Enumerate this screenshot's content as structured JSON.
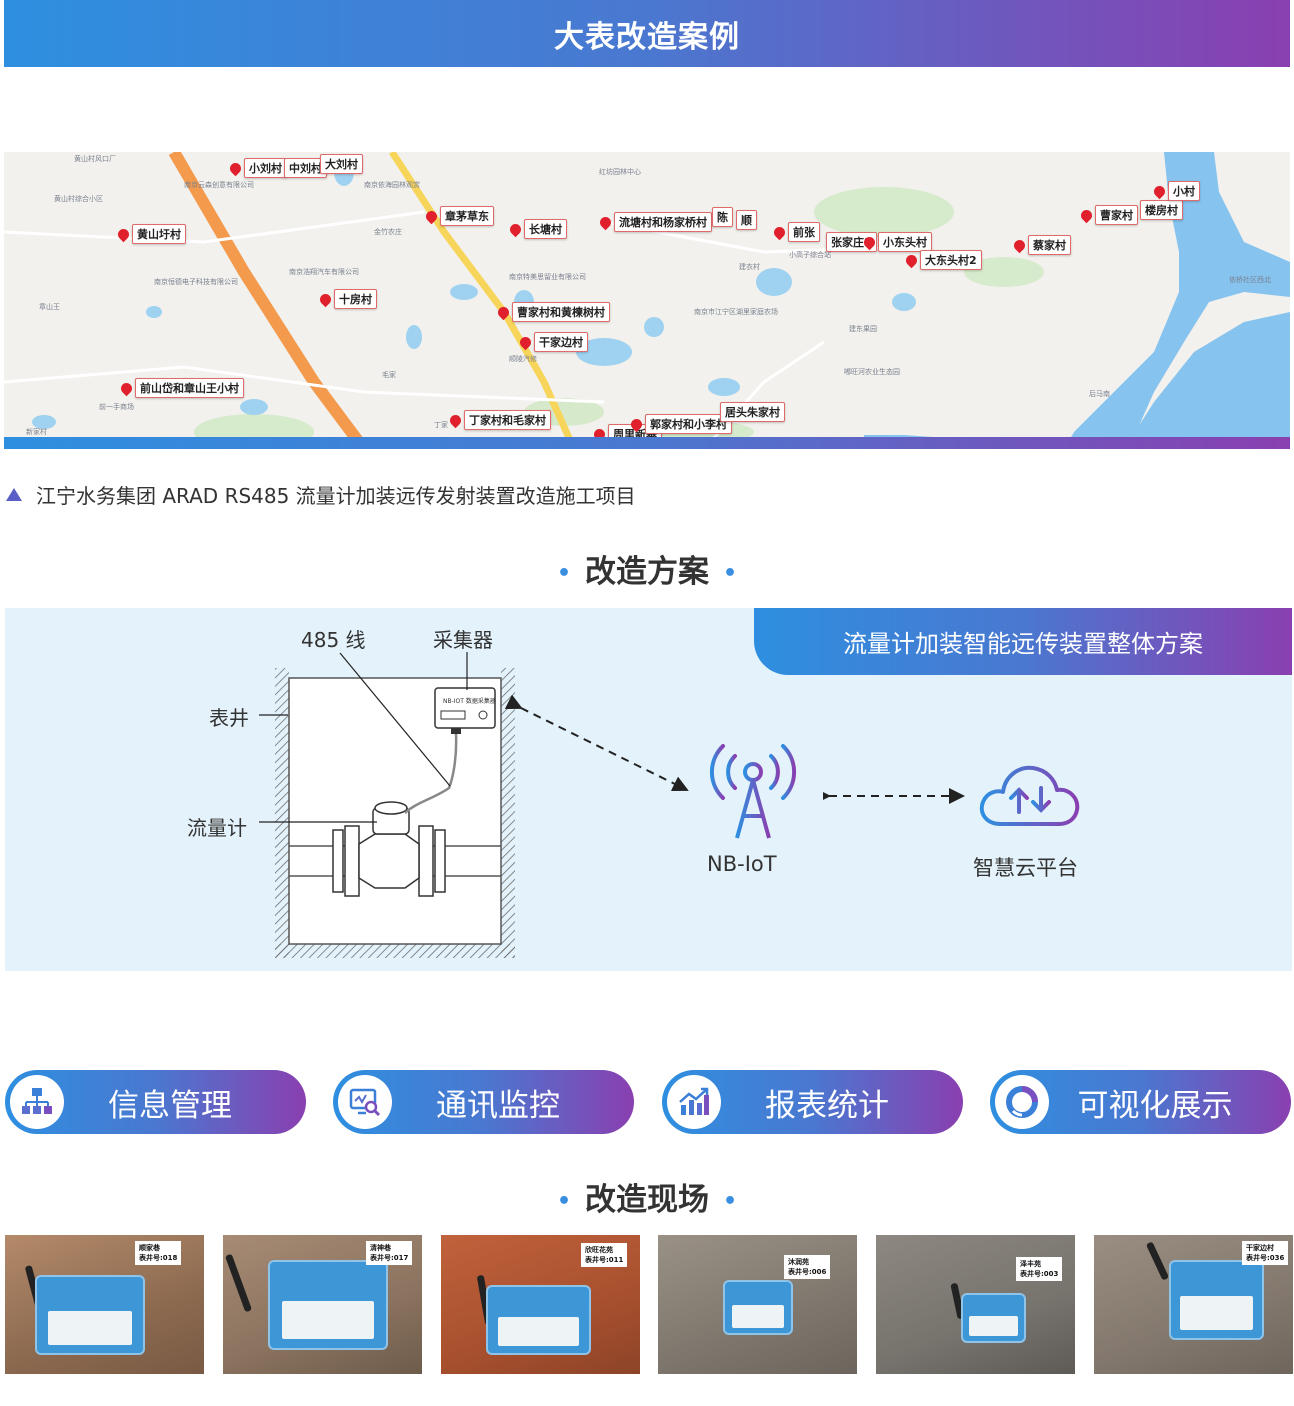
{
  "header": {
    "title": "大表改造案例"
  },
  "map": {
    "pins": [
      {
        "label": "小刘村"
      },
      {
        "label": "中刘村"
      },
      {
        "label": "大刘村"
      },
      {
        "label": "黄山圩村"
      },
      {
        "label": "章茅草东"
      },
      {
        "label": "长塘村"
      },
      {
        "label": "十房村"
      },
      {
        "label": "曹家村和黄楝树村"
      },
      {
        "label": "干家边村"
      },
      {
        "label": "前山岱和章山王小村"
      },
      {
        "label": "丁家村和毛家村"
      },
      {
        "label": "流塘村和杨家桥村"
      },
      {
        "label": "陈"
      },
      {
        "label": "顺"
      },
      {
        "label": "前张"
      },
      {
        "label": "张家庄2"
      },
      {
        "label": "小东头村"
      },
      {
        "label": "大东头村2"
      },
      {
        "label": "蔡家村"
      },
      {
        "label": "曹家村"
      },
      {
        "label": "楼房村"
      },
      {
        "label": "小村"
      },
      {
        "label": "周里新寨"
      },
      {
        "label": "郭家村和小李村"
      },
      {
        "label": "居头朱家村"
      }
    ],
    "places": [
      "黄山村风口厂",
      "黄山村综合小区",
      "南京云森创意有限公司",
      "南京恒德电子科技有限公司",
      "章山王",
      "前一手商场",
      "红坊园林中心",
      "南京依海园林观赏",
      "金竹农庄",
      "南京特美思留业有限公司",
      "南京浩翔汽车有限公司",
      "南京市江宁区湖里家庭农场",
      "建东果园",
      "嘟旺河农业生态园",
      "后马南",
      "依桥社区西北",
      "丁家",
      "毛家",
      "新家村",
      "顺陵汽修",
      "小高子综合站",
      "建衣村"
    ]
  },
  "caption": "江宁水务集团 ARAD RS485 流量计加装远传发射装置改造施工项目",
  "scheme": {
    "title": "改造方案",
    "tab": "流量计加装智能远传装置整体方案",
    "labels": {
      "cable": "485 线",
      "collector": "采集器",
      "well": "表井",
      "meter": "流量计",
      "device_text": "NB-IOT 数据采集器"
    },
    "nbiot": "NB-IoT",
    "cloud": "智慧云平台"
  },
  "features": [
    {
      "label": "信息管理",
      "icon": "org-chart-icon"
    },
    {
      "label": "通讯监控",
      "icon": "monitor-search-icon"
    },
    {
      "label": "报表统计",
      "icon": "chart-trend-icon"
    },
    {
      "label": "可视化展示",
      "icon": "pie-chart-icon"
    }
  ],
  "site": {
    "title": "改造现场",
    "photos": [
      {
        "tag": "顺家巷\n表井号:018"
      },
      {
        "tag": "清神巷\n表井号:017"
      },
      {
        "tag": "欣旺花苑\n表井号:011"
      },
      {
        "tag": "沐润苑\n表井号:006"
      },
      {
        "tag": "泽丰苑\n表井号:003"
      },
      {
        "tag": "干家边村\n表井号:036"
      }
    ]
  },
  "colors": {
    "gradient_start": "#2e8fe0",
    "gradient_end": "#8a3fb0",
    "panel_bg": "#e4f3fb",
    "pin": "#e0202c"
  }
}
